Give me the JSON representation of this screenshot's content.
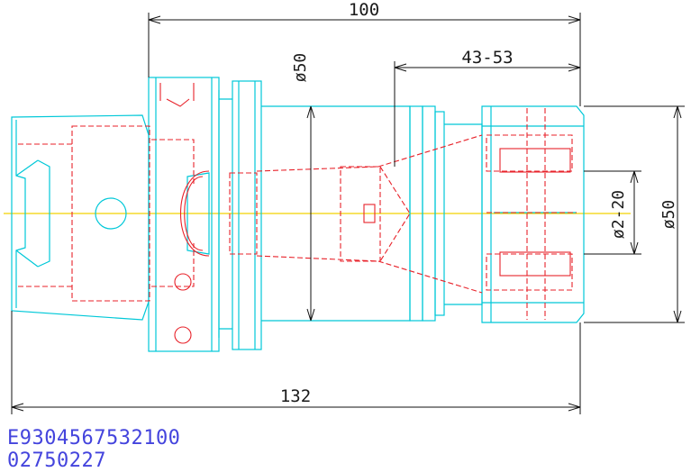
{
  "drawing": {
    "dimensions": {
      "overall_length": "132",
      "gauge_length": "100",
      "clamping_range": "43-53",
      "body_diameter": "ø50",
      "nut_diameter": "ø50",
      "collet_range": "ø2-20"
    },
    "part_number": "E9304567532100",
    "part_code": "02750227",
    "colors": {
      "outline": "#00c8d8",
      "hidden": "#e8222a",
      "dimension": "#111111",
      "centerline": "#f2d200",
      "label": "#4444dd"
    }
  }
}
